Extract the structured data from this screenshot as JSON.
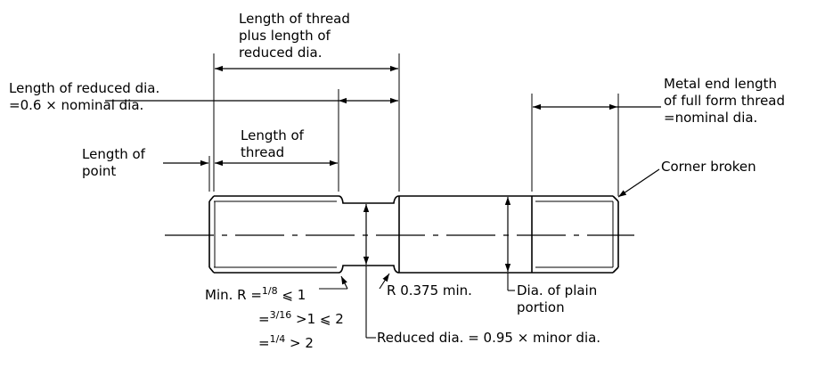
{
  "labels": {
    "thread_plus_reduced": [
      "Length of thread",
      "plus length of",
      "reduced dia."
    ],
    "reduced_length": [
      "Length of reduced dia.",
      "=0.6 × nominal dia."
    ],
    "metal_end": [
      "Metal end length",
      "of full form thread",
      "=nominal dia."
    ],
    "point": [
      "Length of",
      "point"
    ],
    "thread": [
      "Length of",
      "thread"
    ],
    "corner": "Corner broken",
    "min_r": [
      "Min. R =",
      "1/8",
      " ⩽ 1"
    ],
    "min_r_2": [
      "=",
      "3/16",
      " >1 ⩽ 2"
    ],
    "min_r_3": [
      "=",
      "1/4",
      " > 2"
    ],
    "r_min": "R 0.375 min.",
    "plain_dia": [
      "Dia. of plain",
      "portion"
    ],
    "reduced_dia": "Reduced dia. = 0.95 × minor dia."
  }
}
